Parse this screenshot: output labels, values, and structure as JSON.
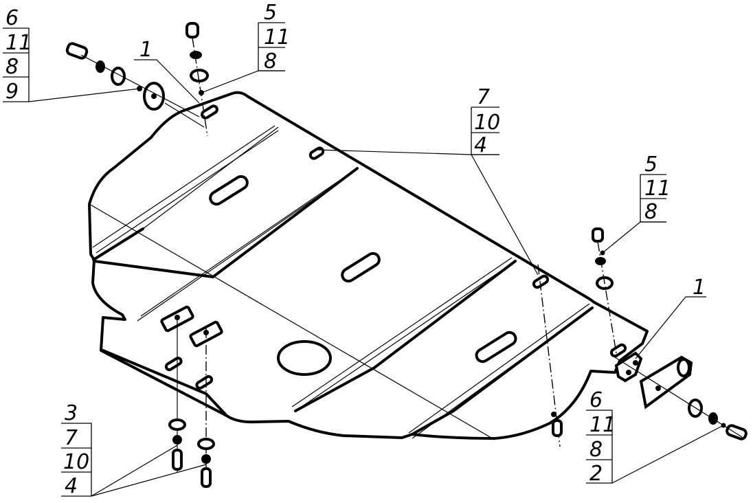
{
  "diagram": {
    "type": "exploded assembly drawing",
    "subject": "underbody skid plate with mounting fasteners",
    "callouts": [
      {
        "id": "top-left",
        "numbers": [
          "6",
          "11",
          "8",
          "9"
        ]
      },
      {
        "id": "top-center",
        "numbers": [
          "5",
          "11",
          "8"
        ]
      },
      {
        "id": "center",
        "numbers": [
          "7",
          "10",
          "4"
        ]
      },
      {
        "id": "right",
        "numbers": [
          "5",
          "11",
          "8"
        ]
      },
      {
        "id": "bottom-right",
        "numbers": [
          "6",
          "11",
          "8",
          "2"
        ]
      },
      {
        "id": "bottom-left",
        "numbers": [
          "3",
          "7",
          "10",
          "4"
        ]
      }
    ],
    "single_labels": [
      {
        "id": "bracket-left",
        "text": "1"
      },
      {
        "id": "bracket-right",
        "text": "1"
      }
    ],
    "colors": {
      "line": "#000000",
      "background": "#ffffff"
    }
  }
}
